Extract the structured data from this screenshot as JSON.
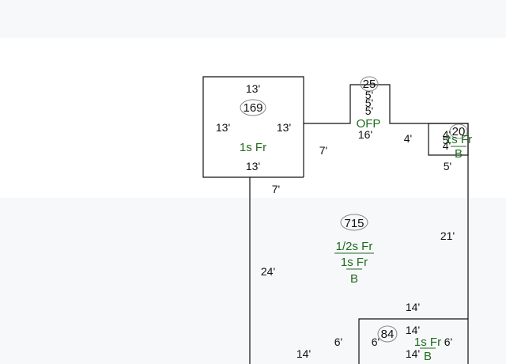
{
  "colors": {
    "line": "#111111",
    "label": "#1f6b1f",
    "circle": "#888888"
  },
  "sections": {
    "sec169": {
      "area": "169",
      "label": "1s Fr",
      "dim_top": "13'",
      "dim_left": "13'",
      "dim_right": "13'",
      "dim_bottom": "13'"
    },
    "sec25": {
      "area": "25",
      "label": "OFP",
      "dim_a": "5'",
      "dim_b": "5'",
      "dim_c": "5'"
    },
    "sec20": {
      "area": "20",
      "label": "1s Fr",
      "sub": "B",
      "dim_a": "4'",
      "dim_b": "5'",
      "dim_c": "4'"
    },
    "sec715": {
      "area": "715",
      "line1": "1/2s Fr",
      "line2": "1s Fr",
      "line3": "B"
    },
    "sec84": {
      "area": "84",
      "label": "1s Fr",
      "sub": "B",
      "dim_left": "6'",
      "dim_right": "6'",
      "dim_top": "14'",
      "dim_bottom": "14'"
    }
  },
  "dims": {
    "d_16": "16'",
    "d_4": "4'",
    "d_5": "5'",
    "d_7a": "7'",
    "d_7b": "7'",
    "d_21": "21'",
    "d_24": "24'",
    "d_14a": "14'",
    "d_14b": "14'",
    "d_6": "6'"
  }
}
